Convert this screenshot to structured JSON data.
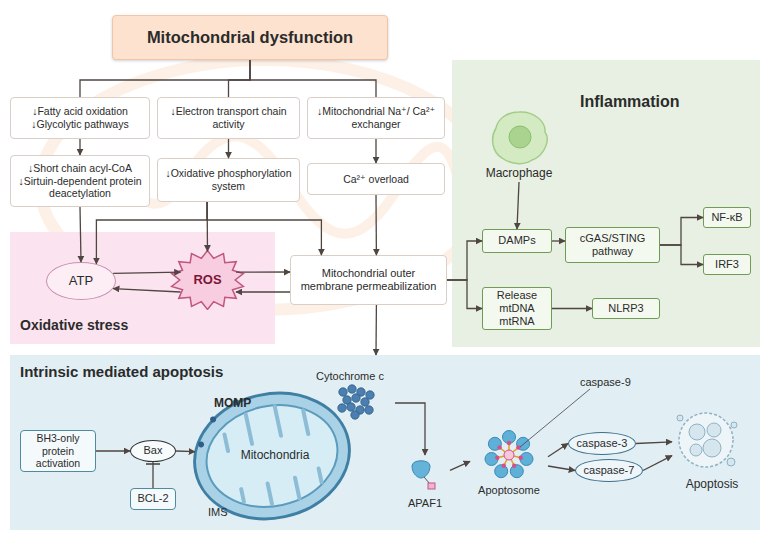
{
  "diagram": {
    "nodes": [
      {
        "text": [
          "Mitochondrial dysfunction"
        ]
      },
      {
        "text": [
          "↓Fatty acid oxidation ↓Glycolytic pathways"
        ]
      },
      {
        "text": [
          "↓Electron transport chain activity"
        ]
      },
      {
        "text": [
          "↓Mitochondrial Na⁺/ Ca²⁺ exchanger"
        ]
      },
      {
        "text": [
          "↓Short chain acyl-CoA ↓Sirtuin-dependent protein deacetylation"
        ]
      },
      {
        "text": [
          "↓Oxidative phosphorylation system"
        ]
      },
      {
        "text": [
          "Ca²⁺ overload"
        ]
      },
      {
        "text": [
          "Oxidative stress"
        ]
      },
      {
        "text": [
          "ATP"
        ],
        "in": 7
      },
      {
        "text": [
          "ROS"
        ],
        "in": 7
      },
      {
        "text": [
          "Mitochondrial outer membrane permeabilization"
        ]
      },
      {
        "text": [
          "Inflammation"
        ]
      },
      {
        "text": [
          "Macrophage"
        ],
        "in": 11
      },
      {
        "text": [
          "DAMPs"
        ],
        "in": 11
      },
      {
        "text": [
          "cGAS/STING pathway"
        ],
        "in": 11
      },
      {
        "text": [
          "NF-κB"
        ],
        "in": 11
      },
      {
        "text": [
          "IRF3"
        ],
        "in": 11
      },
      {
        "text": [
          "Release mtDNA mtRNA"
        ],
        "in": 11
      },
      {
        "text": [
          "NLRP3"
        ],
        "in": 11
      },
      {
        "text": [
          "Intrinsic mediated apoptosis"
        ]
      },
      {
        "text": [
          "BH3-only protein activation"
        ],
        "in": 19
      },
      {
        "text": [
          "Bax"
        ],
        "in": 19
      },
      {
        "text": [
          "BCL-2"
        ],
        "in": 19
      },
      {
        "text": [
          "MOMP",
          "Mitochondria",
          "IMS"
        ],
        "in": 19
      },
      {
        "text": [
          "Cytochrome c"
        ],
        "in": 19
      },
      {
        "text": [
          "APAF1"
        ],
        "in": 19
      },
      {
        "text": [
          "Apoptosome"
        ],
        "in": 19
      },
      {
        "text": [
          "caspase-3"
        ],
        "in": 19
      },
      {
        "text": [
          "caspase-7"
        ],
        "in": 19
      },
      {
        "text": [
          "Apoptosis"
        ],
        "in": 19
      }
    ],
    "edges": [
      {
        "from": 0,
        "to": 1,
        "arrow": "none"
      },
      {
        "from": 0,
        "to": 2,
        "arrow": "none"
      },
      {
        "from": 0,
        "to": 3,
        "arrow": "none"
      },
      {
        "from": 1,
        "to": 4,
        "arrow": "to"
      },
      {
        "from": 2,
        "to": 5,
        "arrow": "to"
      },
      {
        "from": 3,
        "to": 6,
        "arrow": "to"
      },
      {
        "from": 4,
        "to": 8,
        "arrow": "to"
      },
      {
        "from": 5,
        "to": 8,
        "arrow": "to"
      },
      {
        "from": 5,
        "to": 9,
        "arrow": "to"
      },
      {
        "from": 5,
        "to": 10,
        "arrow": "to"
      },
      {
        "from": 6,
        "to": 10,
        "arrow": "to"
      },
      {
        "from": 8,
        "to": 9,
        "arrow": "to"
      },
      {
        "from": 9,
        "to": 8,
        "arrow": "to"
      },
      {
        "from": 9,
        "to": 10,
        "arrow": "to"
      },
      {
        "from": 10,
        "to": 9,
        "arrow": "to"
      },
      {
        "from": 10,
        "to": 13,
        "arrow": "to"
      },
      {
        "from": 10,
        "to": 17,
        "arrow": "to"
      },
      {
        "from": 12,
        "to": 13,
        "arrow": "to"
      },
      {
        "from": 13,
        "to": 14,
        "arrow": "to"
      },
      {
        "from": 14,
        "to": 15,
        "arrow": "to"
      },
      {
        "from": 14,
        "to": 16,
        "arrow": "to"
      },
      {
        "from": 17,
        "to": 18,
        "arrow": "to"
      },
      {
        "from": 10,
        "to": 19,
        "arrow": "to"
      },
      {
        "from": 20,
        "to": 21,
        "arrow": "to"
      },
      {
        "from": 22,
        "to": 21,
        "arrow": "none"
      },
      {
        "from": 21,
        "to": 23,
        "arrow": "to"
      },
      {
        "from": 24,
        "to": 25,
        "arrow": "to"
      },
      {
        "from": 25,
        "to": 26,
        "arrow": "to"
      },
      {
        "from": 26,
        "to": 27,
        "arrow": "to"
      },
      {
        "from": 26,
        "to": 28,
        "arrow": "to"
      },
      {
        "from": 27,
        "to": 29,
        "arrow": "to"
      },
      {
        "from": 28,
        "to": 29,
        "arrow": "to"
      }
    ],
    "labels": [
      "caspase-9"
    ]
  }
}
